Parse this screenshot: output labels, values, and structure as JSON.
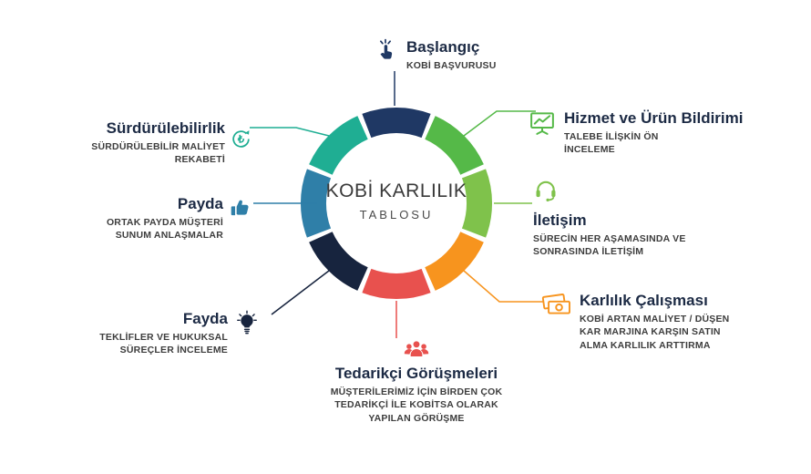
{
  "center": {
    "title": "KOBİ KARLILIK",
    "subtitle": "TABLOSU"
  },
  "steps": [
    {
      "id": "baslangic",
      "title": "Başlangıç",
      "subtitle": "KOBİ BAŞVURUSU",
      "color": "#1F3864",
      "icon": "tap-icon"
    },
    {
      "id": "hizmet",
      "title": "Hizmet ve Ürün Bildirimi",
      "subtitle": "TALEBE İLİŞKİN ÖN İNCELEME",
      "color": "#55B948",
      "icon": "presentation-chart-icon"
    },
    {
      "id": "iletisim",
      "title": "İletişim",
      "subtitle": "SÜRECİN HER AŞAMASINDA VE SONRASINDA İLETİŞİM",
      "color": "#7FC24B",
      "icon": "headset-icon"
    },
    {
      "id": "karlilik",
      "title": "Karlılık Çalışması",
      "subtitle": "KOBİ ARTAN MALİYET / DÜŞEN KAR MARJINA KARŞIN SATIN ALMA KARLILIK ARTTIRMA",
      "color": "#F7941E",
      "icon": "money-icon"
    },
    {
      "id": "tedarikci",
      "title": "Tedarikçi Görüşmeleri",
      "subtitle": "MÜŞTERİLERİMİZ İÇİN BİRDEN ÇOK TEDARİKÇİ İLE KOBİTSA OLARAK YAPILAN GÖRÜŞME",
      "color": "#E8514E",
      "icon": "people-icon"
    },
    {
      "id": "fayda",
      "title": "Fayda",
      "subtitle": "TEKLİFLER VE HUKUKSAL SÜREÇLER İNCELEME",
      "color": "#17243E",
      "icon": "lightbulb-icon"
    },
    {
      "id": "payda",
      "title": "Payda",
      "subtitle": "ORTAK PAYDA MÜŞTERİ SUNUM ANLAŞMALAR",
      "color": "#2F7FA8",
      "icon": "thumbs-up-icon"
    },
    {
      "id": "surdurulebilirlik",
      "title": "Sürdürülebilirlik",
      "subtitle": "SÜRDÜRÜLEBİLİR MALİYET REKABETİ",
      "color": "#1FAE93",
      "icon": "recycle-lira-icon",
      "glyph": "₺"
    }
  ]
}
